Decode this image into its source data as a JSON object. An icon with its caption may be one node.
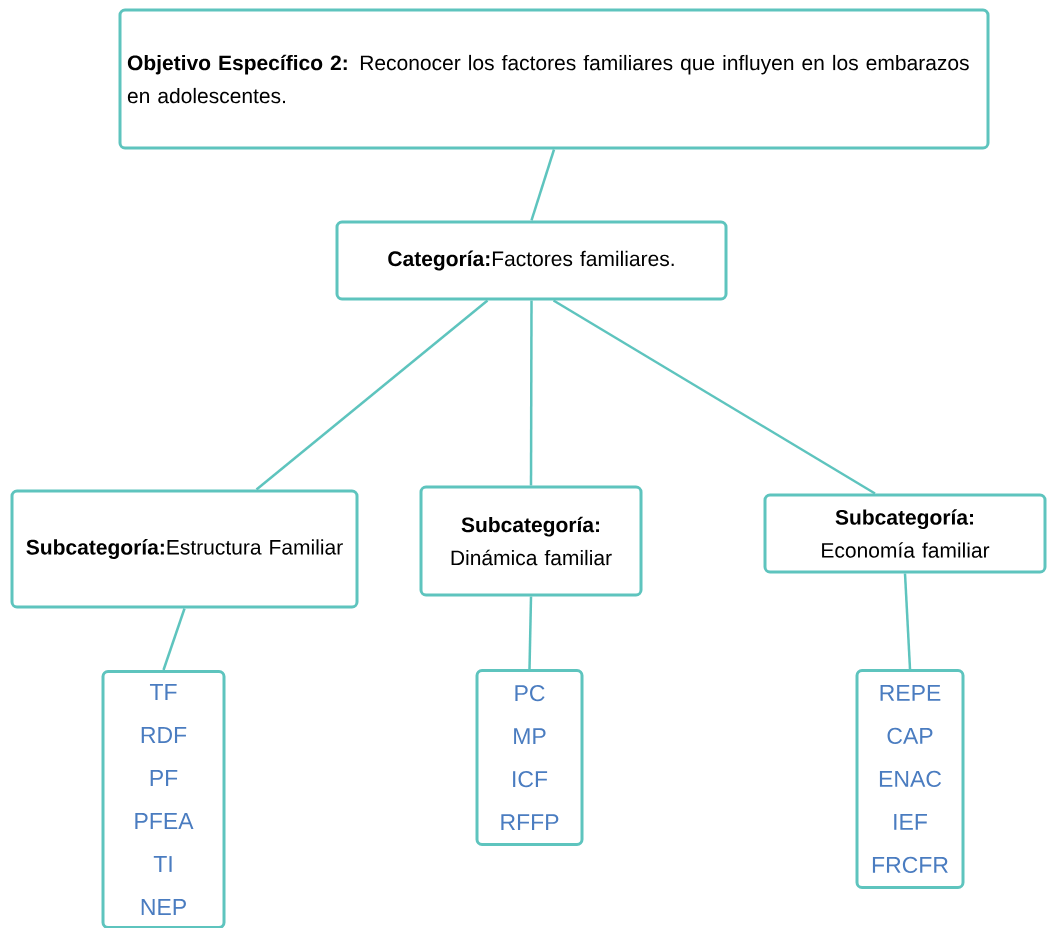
{
  "diagram": {
    "nodes": [
      {
        "text": [
          "**Objetivo Específico 2:** Reconocer los factores familiares que influyen en los embarazos en adolescentes."
        ]
      },
      {
        "text": [
          "**Categoría:**Factores familiares."
        ]
      },
      {
        "text": [
          "**Subcategoría:**Estructura Familiar"
        ]
      },
      {
        "text": [
          "**Subcategoría:** Dinámica familiar"
        ]
      },
      {
        "text": [
          "**Subcategoría:** Economía familiar"
        ]
      },
      {
        "text": [
          "TF",
          "RDF",
          "PF",
          "PFEA",
          "TI",
          "NEP"
        ]
      },
      {
        "text": [
          "PC",
          "MP",
          "ICF",
          "RFFP"
        ]
      },
      {
        "text": [
          "REPE",
          "CAP",
          "ENAC",
          "IEF",
          "FRCFR"
        ]
      }
    ],
    "edges": [
      {
        "from": 0,
        "to": 1,
        "arrow": "none"
      },
      {
        "from": 1,
        "to": 2,
        "arrow": "none"
      },
      {
        "from": 1,
        "to": 3,
        "arrow": "none"
      },
      {
        "from": 1,
        "to": 4,
        "arrow": "none"
      },
      {
        "from": 2,
        "to": 5,
        "arrow": "none"
      },
      {
        "from": 3,
        "to": 6,
        "arrow": "none"
      },
      {
        "from": 4,
        "to": 7,
        "arrow": "none"
      }
    ]
  }
}
